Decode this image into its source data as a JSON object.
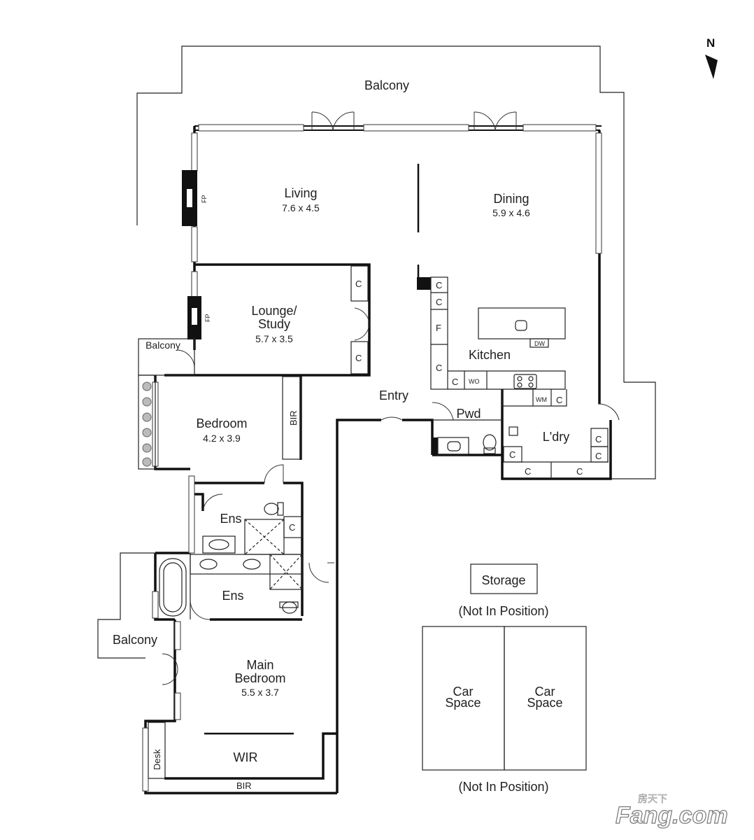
{
  "compass": {
    "label": "N"
  },
  "rooms": {
    "balcony_top": {
      "name": "Balcony"
    },
    "living": {
      "name": "Living",
      "dims": "7.6 x 4.5"
    },
    "dining": {
      "name": "Dining",
      "dims": "5.9 x 4.6"
    },
    "lounge_study": {
      "name_line1": "Lounge/",
      "name_line2": "Study",
      "dims": "5.7 x 3.5"
    },
    "balcony_small": {
      "name": "Balcony"
    },
    "kitchen": {
      "name": "Kitchen"
    },
    "entry": {
      "name": "Entry"
    },
    "pwd": {
      "name": "Pwd"
    },
    "laundry": {
      "name": "L'dry"
    },
    "bedroom": {
      "name": "Bedroom",
      "dims": "4.2 x 3.9"
    },
    "ens_1": {
      "name": "Ens"
    },
    "ens_2": {
      "name": "Ens"
    },
    "balcony_left": {
      "name": "Balcony"
    },
    "main_bedroom": {
      "name_line1": "Main",
      "name_line2": "Bedroom",
      "dims": "5.5 x 3.7"
    },
    "wir": {
      "name": "WIR"
    }
  },
  "fixtures": {
    "fp": "FP",
    "cupboard": "C",
    "fridge": "F",
    "bir": "BIR",
    "dw": "DW",
    "wo": "WO",
    "wm": "WM",
    "desk": "Desk"
  },
  "storage": {
    "label": "Storage",
    "note": "(Not In Position)"
  },
  "parking": {
    "space_line1": "Car",
    "space_line2": "Space",
    "note": "(Not In Position)"
  },
  "watermark": {
    "brand": "Fang.com",
    "chinese": "房天下"
  }
}
